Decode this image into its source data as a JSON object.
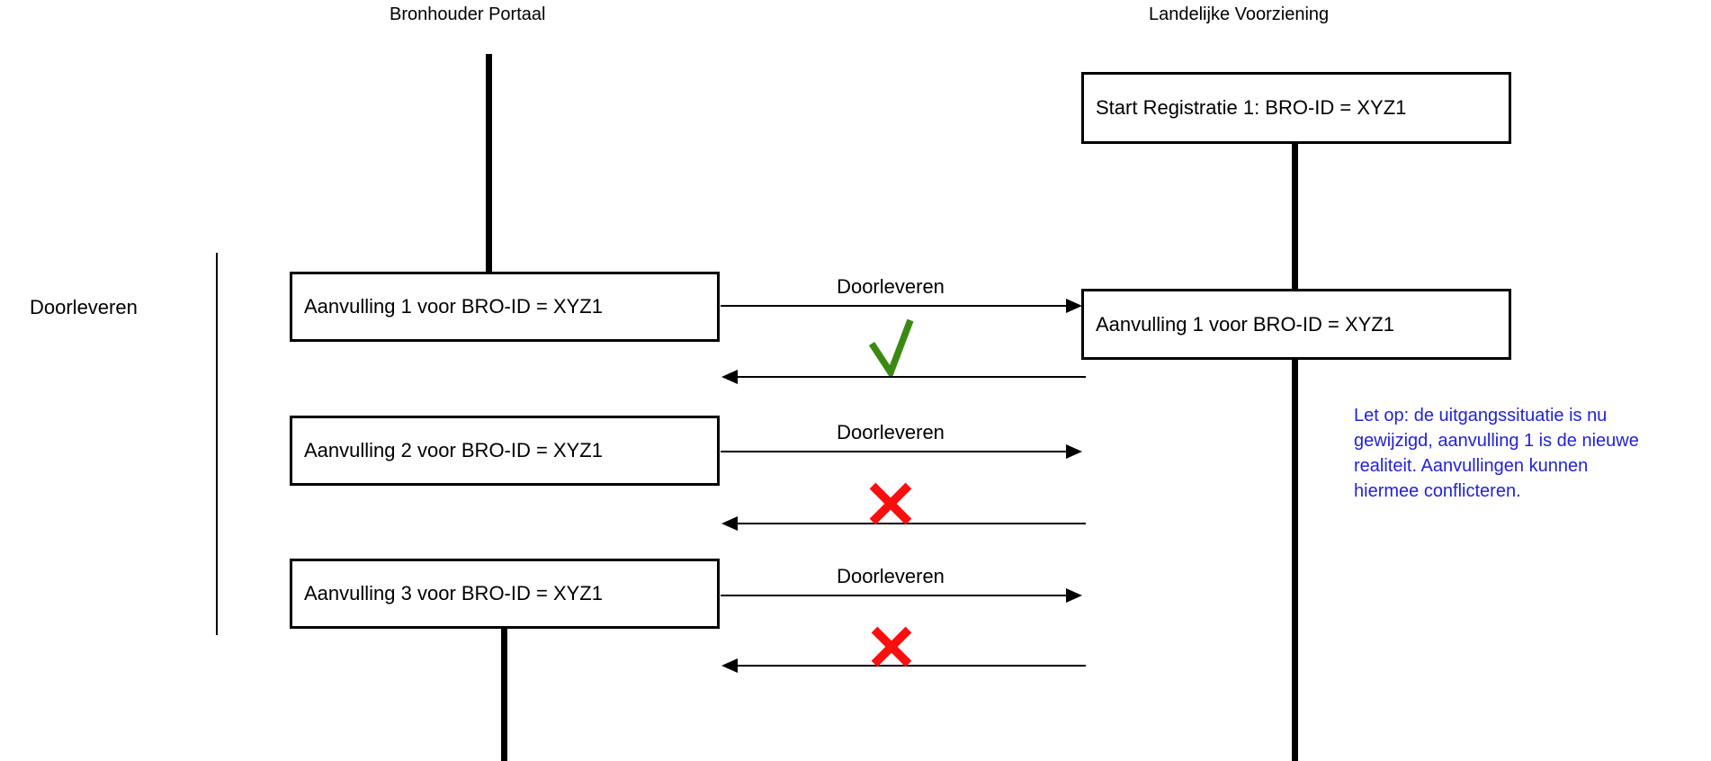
{
  "diagram": {
    "actors": [
      {
        "label": "Bronhouder Portaal"
      },
      {
        "label": "Landelijke Voorziening"
      }
    ],
    "group": {
      "label": "Doorleveren"
    },
    "boxes": {
      "start": {
        "text": "Start Registratie 1: BRO-ID = XYZ1"
      },
      "a1_left": {
        "text": "Aanvulling 1 voor BRO-ID = XYZ1"
      },
      "a2_left": {
        "text": "Aanvulling 2 voor BRO-ID = XYZ1"
      },
      "a3_left": {
        "text": "Aanvulling 3 voor BRO-ID = XYZ1"
      },
      "a1_right": {
        "text": "Aanvulling 1 voor BRO-ID = XYZ1"
      }
    },
    "rows": [
      {
        "arrow_label": "Doorleveren",
        "result": "success-check"
      },
      {
        "arrow_label": "Doorleveren",
        "result": "fail-x"
      },
      {
        "arrow_label": "Doorleveren",
        "result": "fail-x"
      }
    ],
    "note": {
      "lines": [
        "Let op: de uitgangssituatie is nu",
        "gewijzigd, aanvulling 1 is de nieuwe",
        "realiteit. Aanvullingen kunnen",
        "hiermee conflicteren."
      ],
      "full_text": "Let op: de uitgangssituatie is nu gewijzigd, aanvulling 1 is de nieuwe realiteit. Aanvullingen kunnen hiermee conflicteren."
    },
    "colors": {
      "check_green": "#3a8a12",
      "cross_red": "#fa0f0f",
      "note_blue": "#2121dd",
      "stroke_black": "#000000"
    }
  }
}
